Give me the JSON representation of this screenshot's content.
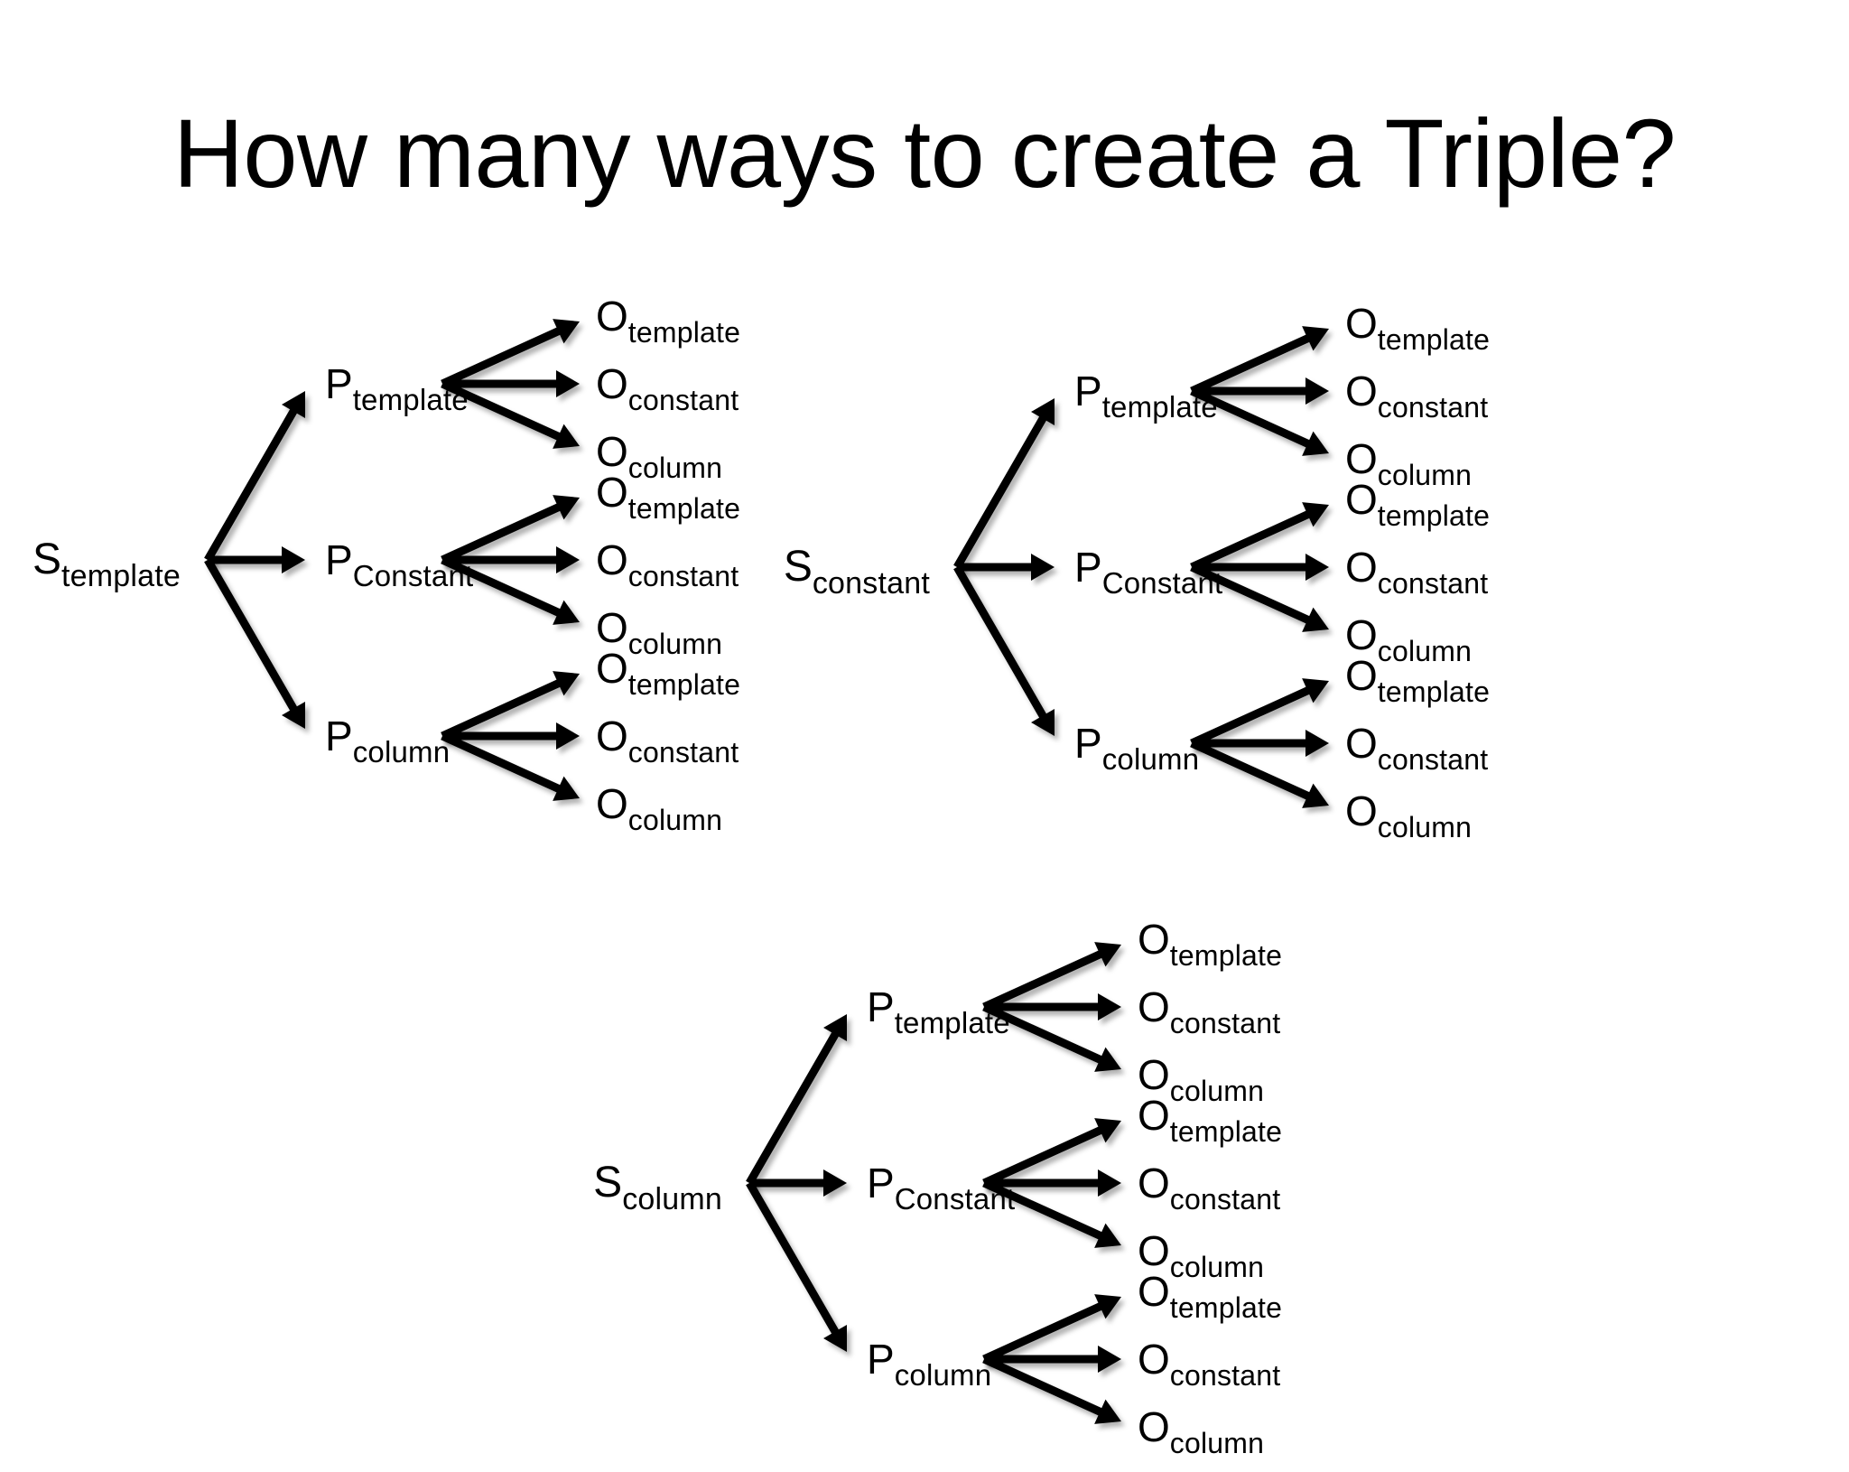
{
  "slide": {
    "title": "How many ways to create a Triple?",
    "background": "#ffffff",
    "ink": "#000000"
  },
  "labels": {
    "subject_template": {
      "base": "S",
      "sub": "template"
    },
    "subject_constant": {
      "base": "S",
      "sub": "constant"
    },
    "subject_column": {
      "base": "S",
      "sub": "column"
    },
    "predicate_template": {
      "base": "P",
      "sub": "template"
    },
    "predicate_constant": {
      "base": "P",
      "sub": "Constant"
    },
    "predicate_column": {
      "base": "P",
      "sub": "column"
    },
    "object_template": {
      "base": "O",
      "sub": "template"
    },
    "object_constant": {
      "base": "O",
      "sub": "constant"
    },
    "object_column": {
      "base": "O",
      "sub": "column"
    }
  },
  "trees": [
    {
      "id": "s-template",
      "root": {
        "base": "S",
        "sub": "template"
      },
      "branches": [
        {
          "node": {
            "base": "P",
            "sub": "template"
          },
          "leaves": [
            {
              "base": "O",
              "sub": "template"
            },
            {
              "base": "O",
              "sub": "constant"
            },
            {
              "base": "O",
              "sub": "column"
            }
          ]
        },
        {
          "node": {
            "base": "P",
            "sub": "Constant"
          },
          "leaves": [
            {
              "base": "O",
              "sub": "template"
            },
            {
              "base": "O",
              "sub": "constant"
            },
            {
              "base": "O",
              "sub": "column"
            }
          ]
        },
        {
          "node": {
            "base": "P",
            "sub": "column"
          },
          "leaves": [
            {
              "base": "O",
              "sub": "template"
            },
            {
              "base": "O",
              "sub": "constant"
            },
            {
              "base": "O",
              "sub": "column"
            }
          ]
        }
      ]
    },
    {
      "id": "s-constant",
      "root": {
        "base": "S",
        "sub": "constant"
      },
      "branches": [
        {
          "node": {
            "base": "P",
            "sub": "template"
          },
          "leaves": [
            {
              "base": "O",
              "sub": "template"
            },
            {
              "base": "O",
              "sub": "constant"
            },
            {
              "base": "O",
              "sub": "column"
            }
          ]
        },
        {
          "node": {
            "base": "P",
            "sub": "Constant"
          },
          "leaves": [
            {
              "base": "O",
              "sub": "template"
            },
            {
              "base": "O",
              "sub": "constant"
            },
            {
              "base": "O",
              "sub": "column"
            }
          ]
        },
        {
          "node": {
            "base": "P",
            "sub": "column"
          },
          "leaves": [
            {
              "base": "O",
              "sub": "template"
            },
            {
              "base": "O",
              "sub": "constant"
            },
            {
              "base": "O",
              "sub": "column"
            }
          ]
        }
      ]
    },
    {
      "id": "s-column",
      "root": {
        "base": "S",
        "sub": "column"
      },
      "branches": [
        {
          "node": {
            "base": "P",
            "sub": "template"
          },
          "leaves": [
            {
              "base": "O",
              "sub": "template"
            },
            {
              "base": "O",
              "sub": "constant"
            },
            {
              "base": "O",
              "sub": "column"
            }
          ]
        },
        {
          "node": {
            "base": "P",
            "sub": "Constant"
          },
          "leaves": [
            {
              "base": "O",
              "sub": "template"
            },
            {
              "base": "O",
              "sub": "constant"
            },
            {
              "base": "O",
              "sub": "column"
            }
          ]
        },
        {
          "node": {
            "base": "P",
            "sub": "column"
          },
          "leaves": [
            {
              "base": "O",
              "sub": "template"
            },
            {
              "base": "O",
              "sub": "constant"
            },
            {
              "base": "O",
              "sub": "column"
            }
          ]
        }
      ]
    }
  ]
}
